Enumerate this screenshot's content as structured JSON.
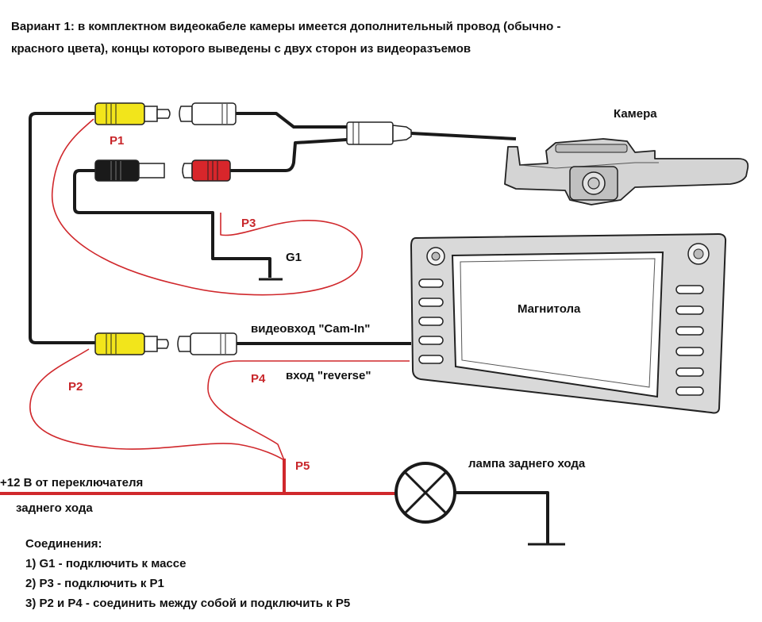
{
  "title": {
    "line1": "Вариант 1: в комплектном видеокабеле камеры имеется дополнительный провод (обычно -",
    "line2": "красного цвета), концы которого выведены с двух сторон из видеоразъемов"
  },
  "labels": {
    "camera": "Камера",
    "head_unit": "Магнитола",
    "p1": "P1",
    "p2": "P2",
    "p3": "P3",
    "p4": "P4",
    "p5": "P5",
    "g1": "G1",
    "video_in": "видеовход \"Cam-In\"",
    "reverse_in": "вход \"reverse\"",
    "power_line1": "+12 В от переключателя",
    "power_line2": "заднего хода",
    "lamp": "лампа заднего хода"
  },
  "connections": {
    "heading": "Соединения:",
    "items": [
      "1) G1 - подключить к массе",
      "2) P3 - подключить к P1",
      "3) P2 и P4 - соединить между собой и подключить к P5"
    ]
  },
  "colors": {
    "wire_black": "#1a1a1a",
    "wire_red": "#d0282c",
    "rca_yellow": "#f2e51b",
    "rca_red": "#d8262b",
    "rca_black": "#1a1a1a",
    "device_gray": "#d4d4d4"
  }
}
